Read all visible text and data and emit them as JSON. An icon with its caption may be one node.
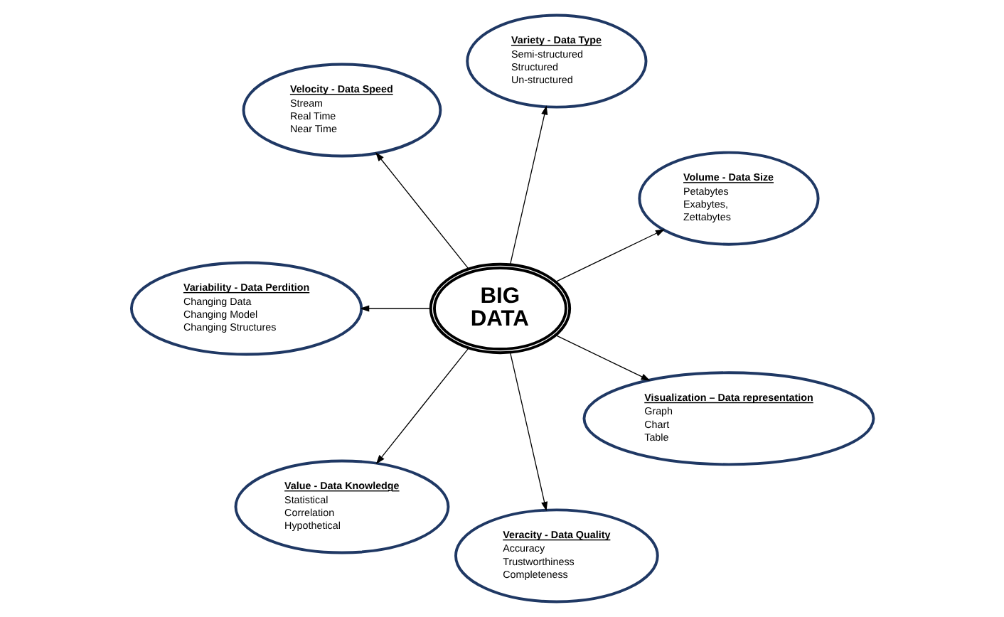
{
  "diagram": {
    "nodes": [
      {
        "text": [
          "BIG DATA"
        ]
      },
      {
        "text": [
          "Volume - Data Size",
          "Petabytes",
          "Exabytes,",
          "Zettabytes"
        ]
      },
      {
        "text": [
          "Variety - Data Type",
          "Semi-structured",
          "Structured",
          "Un-structured"
        ]
      },
      {
        "text": [
          "Velocity - Data Speed",
          "Stream",
          "Real Time",
          "Near Time"
        ]
      },
      {
        "text": [
          "Variability - Data Perdition",
          "Changing Data",
          "Changing Model",
          "Changing Structures"
        ]
      },
      {
        "text": [
          "Value - Data Knowledge",
          "Statistical",
          "Correlation",
          "Hypothetical"
        ]
      },
      {
        "text": [
          "Veracity - Data Quality",
          "Accuracy",
          "Trustworthiness",
          "Completeness"
        ]
      },
      {
        "text": [
          "Visualization – Data representation",
          "Graph",
          "Chart",
          "Table"
        ]
      }
    ],
    "edges": [
      {
        "from": 0,
        "to": 1,
        "arrow": "to"
      },
      {
        "from": 0,
        "to": 2,
        "arrow": "to"
      },
      {
        "from": 0,
        "to": 3,
        "arrow": "to"
      },
      {
        "from": 0,
        "to": 4,
        "arrow": "to"
      },
      {
        "from": 0,
        "to": 5,
        "arrow": "to"
      },
      {
        "from": 0,
        "to": 6,
        "arrow": "to"
      },
      {
        "from": 0,
        "to": 7,
        "arrow": "to"
      }
    ]
  }
}
